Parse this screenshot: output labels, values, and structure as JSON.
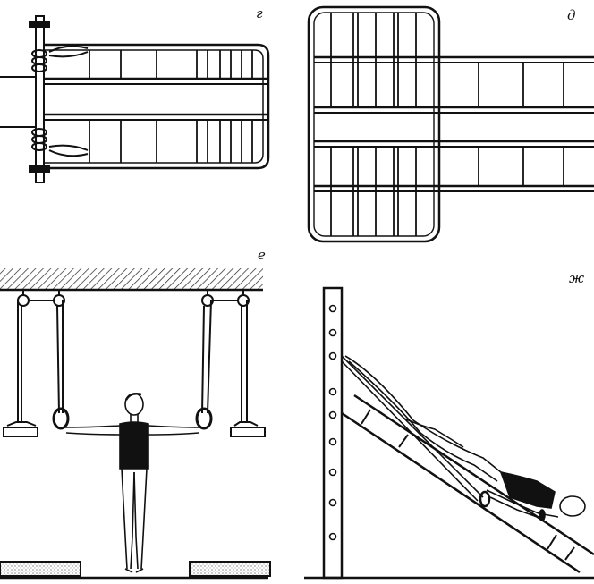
{
  "panels": [
    {
      "id": "g",
      "letter": "г"
    },
    {
      "id": "d",
      "letter": "д"
    },
    {
      "id": "e",
      "letter": "е"
    },
    {
      "id": "zh",
      "letter": "ж"
    }
  ],
  "colors": {
    "ink": "#111111",
    "paper": "#ffffff",
    "hatch": "#222222"
  }
}
